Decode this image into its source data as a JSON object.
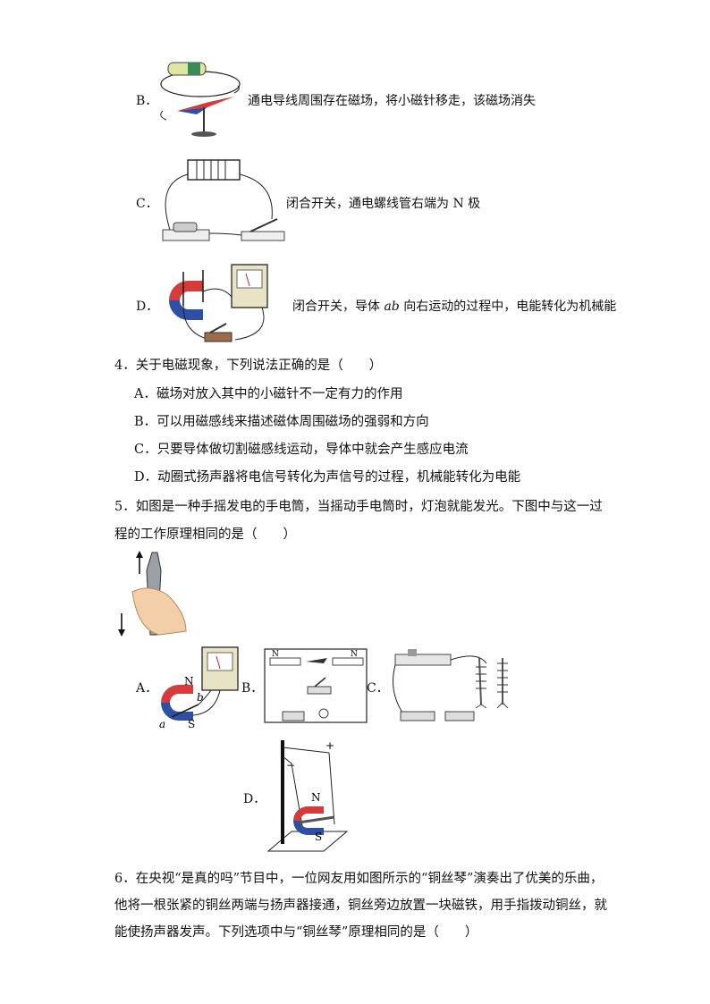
{
  "q3_options": {
    "b": {
      "label": "B．",
      "text": "通电导线周围存在磁场，将小磁针移走，该磁场消失"
    },
    "c": {
      "label": "C．",
      "text": "闭合开关，通电螺线管右端为 N 极"
    },
    "d": {
      "label": "D．",
      "text_before": "闭合开关，导体 ",
      "italic": "ab",
      "text_after": " 向右运动的过程中，电能转化为机械能"
    }
  },
  "q4": {
    "stem": "4．关于电磁现象，下列说法正确的是（　　）",
    "options": [
      "A．磁场对放入其中的小磁针不一定有力的作用",
      "B．可以用磁感线来描述磁体周围磁场的强弱和方向",
      "C．只要导体做切割磁感线运动，导体中就会产生感应电流",
      "D．动圈式扬声器将电信号转化为声信号的过程，机械能转化为电能"
    ]
  },
  "q5": {
    "stem_line1": "5．如图是一种手摇发电的手电筒，当摇动手电筒时，灯泡就能发光。下图中与这一过",
    "stem_line2": "程的工作原理相同的是（　　）",
    "labels": {
      "a": "A．",
      "b": "B．",
      "c": "C．",
      "d": "D．"
    },
    "fig_a": {
      "n": "N",
      "s": "S",
      "a": "a",
      "b": "b"
    },
    "fig_b": {
      "n1": "N",
      "n2": "N"
    },
    "fig_d": {
      "minus": "−",
      "plus": "+",
      "n": "N",
      "s": "S"
    }
  },
  "q6": {
    "line1": "6．在央视“是真的吗”节目中，一位网友用如图所示的“铜丝琴”演奏出了优美的乐曲，",
    "line2": "他将一根张紧的铜丝两端与扬声器接通，铜丝旁边放置一块磁铁，用手指拨动铜丝，就",
    "line3": "能使扬声器发声。下列选项中与“铜丝琴”原理相同的是（　　）"
  },
  "colors": {
    "red": "#d63a3a",
    "blue": "#2e4fa3",
    "gray": "#888888"
  }
}
